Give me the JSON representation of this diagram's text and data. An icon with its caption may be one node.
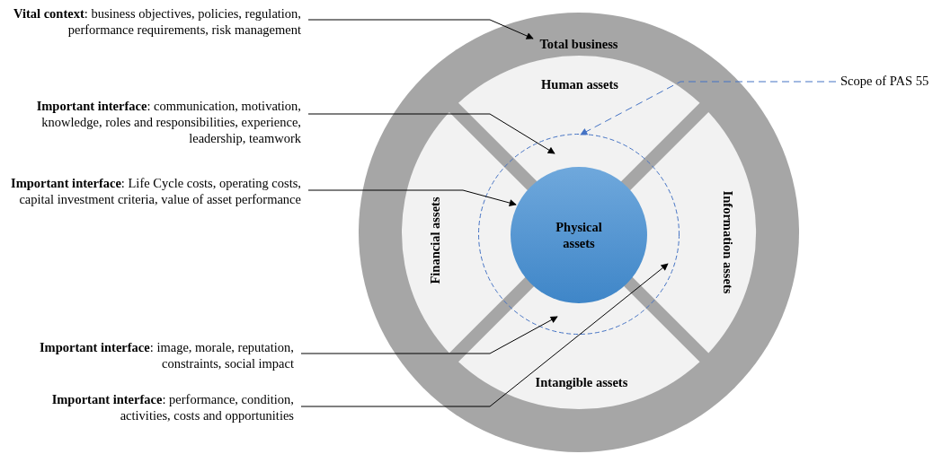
{
  "diagram": {
    "nodes": [
      {
        "text": [
          "Total business"
        ]
      },
      {
        "text": [
          "Human assets"
        ],
        "in": 0
      },
      {
        "text": [
          "Financial assets"
        ],
        "in": 0
      },
      {
        "text": [
          "Information assets"
        ],
        "in": 0
      },
      {
        "text": [
          "Intangible assets"
        ],
        "in": 0
      },
      {
        "text": [],
        "shape": "circle",
        "in": 0
      },
      {
        "text": [
          "Physical assets"
        ],
        "in": 5
      },
      {
        "text": [
          "**Vital context**: business objectives, policies, regulation, performance requirements, risk management"
        ]
      },
      {
        "text": [
          "**Important interface**: communication, motivation, knowledge, roles and responsibilities, experience, leadership, teamwork"
        ]
      },
      {
        "text": [
          "**Important interface**: Life Cycle costs, operating costs, capital investment criteria, value of asset performance"
        ]
      },
      {
        "text": [
          "**Important interface**: image, morale, reputation, constraints, social impact"
        ]
      },
      {
        "text": [
          "**Important interface**: performance, condition, activities, costs and opportunities"
        ]
      },
      {
        "text": [
          "Scope of PAS 55"
        ]
      }
    ],
    "edges": [
      {
        "from": 7,
        "to": 0,
        "arrow": "to"
      },
      {
        "from": 8,
        "to": 1,
        "arrow": "to"
      },
      {
        "from": 9,
        "to": 6,
        "arrow": "to"
      },
      {
        "from": 10,
        "to": 4,
        "arrow": "to"
      },
      {
        "from": 11,
        "to": 5,
        "arrow": "to"
      },
      {
        "from": 12,
        "to": 5,
        "arrow": "to",
        "style": "dashed",
        "color": "#4472c4"
      }
    ]
  }
}
